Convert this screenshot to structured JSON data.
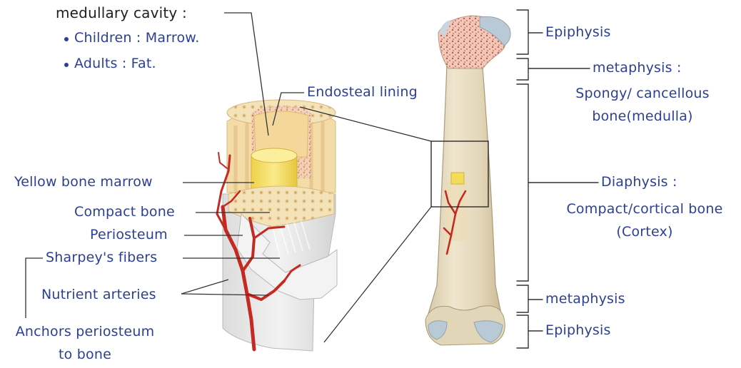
{
  "colors": {
    "ink_blue": "#2b3f96",
    "ink_dark": "#1f1f1f",
    "bone": "#e8dcc0",
    "spongy": "#e9b3a3",
    "artery": "#c42a22",
    "marrow": "#f3dc5a",
    "cartilage": "#b9cad6"
  },
  "notes": {
    "medullary_title": "medullary cavity :",
    "children": "Children : Marrow.",
    "adults": "Adults : Fat."
  },
  "section_labels": {
    "endosteal": "Endosteal lining",
    "yellow_marrow": "Yellow bone marrow",
    "compact_bone": "Compact bone",
    "periosteum": "Periosteum",
    "sharpeys": "Sharpey's fibers",
    "nutrient": "Nutrient arteries",
    "anchors_line1": "Anchors periosteum",
    "anchors_line2": "to bone"
  },
  "bone_labels": {
    "epiphysis_top": "Epiphysis",
    "metaphysis_top": "metaphysis :",
    "spongy_line1": "Spongy/ cancellous",
    "spongy_line2": "bone(medulla)",
    "diaphysis": "Diaphysis :",
    "compact_line1": "Compact/cortical bone",
    "compact_line2": "(Cortex)",
    "metaphysis_bottom": "metaphysis",
    "epiphysis_bottom": "Epiphysis"
  }
}
